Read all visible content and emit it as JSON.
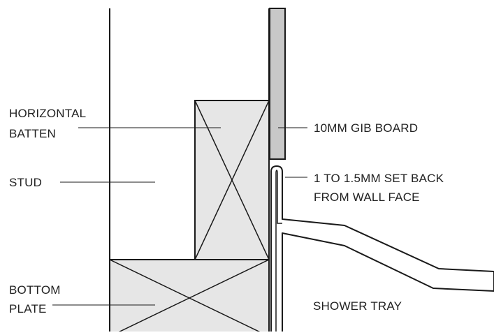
{
  "labels": {
    "horizontal_batten_line1": "HORIZONTAL",
    "horizontal_batten_line2": "BATTEN",
    "stud": "STUD",
    "bottom_plate_line1": "BOTTOM",
    "bottom_plate_line2": "PLATE",
    "gib_board": "10MM GIB BOARD",
    "setback_line1": "1 TO 1.5MM SET BACK",
    "setback_line2": "FROM WALL FACE",
    "shower_tray": "SHOWER TRAY"
  },
  "colors": {
    "timber_fill": "#e6e6e6",
    "gib_fill": "#c8c8c8",
    "stroke": "#1a1a1a",
    "text": "#222222"
  }
}
